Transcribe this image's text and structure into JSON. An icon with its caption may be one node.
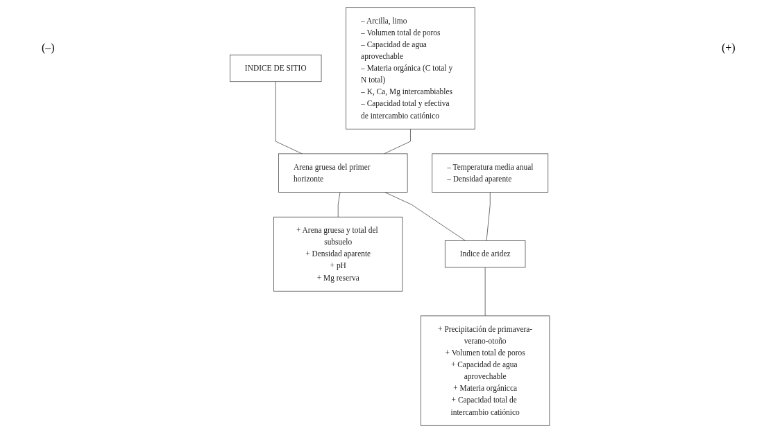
{
  "diagram": {
    "nodes": [
      {
        "text": [
          "INDICE DE SITIO"
        ]
      },
      {
        "text": [
          "– Arcilla, limo",
          "– Volumen total de poros",
          "– Capacidad de agua aprovechable",
          "– Materia orgánica (C total y N total)",
          "– K, Ca, Mg intercambiables",
          "– Capacidad total y efectiva de intercambio catiónico"
        ]
      },
      {
        "text": [
          "Arena gruesa del primer horizonte"
        ]
      },
      {
        "text": [
          "+ Arena gruesa y total del subsuelo",
          "+ Densidad aparente",
          "+ pH",
          "+ Mg reserva"
        ]
      },
      {
        "text": [
          "– Temperatura media anual",
          "– Densidad aparente"
        ]
      },
      {
        "text": [
          "Indice de aridez"
        ]
      },
      {
        "text": [
          "+ Precipitación de primavera-verano-otoño",
          "+ Volumen total de poros",
          "+ Capacidad de agua aprovechable",
          "+ Materia orgánicca",
          "+ Capacidad total de intercambio catiónico"
        ]
      }
    ],
    "edges": [
      {
        "from": 0,
        "to": 2,
        "arrow": "none"
      },
      {
        "from": 1,
        "to": 2,
        "arrow": "none"
      },
      {
        "from": 2,
        "to": 3,
        "arrow": "none"
      },
      {
        "from": 2,
        "to": 5,
        "arrow": "none"
      },
      {
        "from": 4,
        "to": 5,
        "arrow": "none"
      },
      {
        "from": 5,
        "to": 6,
        "arrow": "none"
      }
    ],
    "labels": [
      "(–)",
      "(+)"
    ]
  }
}
